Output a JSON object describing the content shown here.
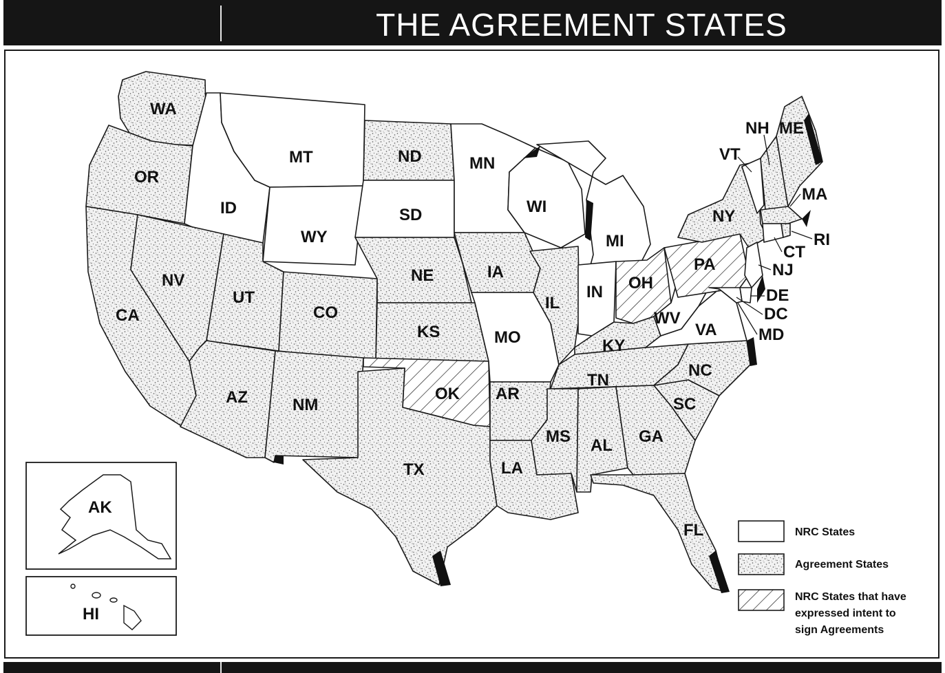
{
  "title": "THE AGREEMENT STATES",
  "legend": {
    "nrc": "NRC States",
    "agreement": "Agreement States",
    "intent_line1": "NRC States that have",
    "intent_line2": "expressed intent to",
    "intent_line3": "sign Agreements"
  },
  "state_labels": {
    "WA": "WA",
    "OR": "OR",
    "CA": "CA",
    "ID": "ID",
    "NV": "NV",
    "MT": "MT",
    "WY": "WY",
    "UT": "UT",
    "AZ": "AZ",
    "CO": "CO",
    "NM": "NM",
    "ND": "ND",
    "SD": "SD",
    "NE": "NE",
    "KS": "KS",
    "OK": "OK",
    "TX": "TX",
    "MN": "MN",
    "IA": "IA",
    "MO": "MO",
    "AR": "AR",
    "LA": "LA",
    "WI": "WI",
    "IL": "IL",
    "MI": "MI",
    "IN": "IN",
    "OH": "OH",
    "KY": "KY",
    "TN": "TN",
    "MS": "MS",
    "AL": "AL",
    "GA": "GA",
    "FL": "FL",
    "SC": "SC",
    "NC": "NC",
    "VA": "VA",
    "WV": "WV",
    "PA": "PA",
    "NY": "NY",
    "VT": "VT",
    "NH": "NH",
    "ME": "ME",
    "MA": "MA",
    "RI": "RI",
    "CT": "CT",
    "NJ": "NJ",
    "DE": "DE",
    "DC": "DC",
    "MD": "MD",
    "AK": "AK",
    "HI": "HI"
  },
  "categories": {
    "nrc_states": [
      "ID",
      "MT",
      "WY",
      "SD",
      "MN",
      "WI",
      "MI",
      "IN",
      "MO",
      "WV",
      "VA",
      "VT",
      "CT",
      "NJ",
      "DE",
      "DC",
      "MD",
      "AK",
      "HI"
    ],
    "agreement_states": [
      "WA",
      "OR",
      "CA",
      "NV",
      "UT",
      "AZ",
      "CO",
      "NM",
      "ND",
      "NE",
      "KS",
      "TX",
      "IA",
      "AR",
      "LA",
      "IL",
      "KY",
      "TN",
      "MS",
      "AL",
      "GA",
      "FL",
      "SC",
      "NC",
      "NY",
      "NH",
      "ME",
      "MA",
      "RI"
    ],
    "intent_states": [
      "OK",
      "OH",
      "PA"
    ]
  },
  "colors": {
    "background": "#ffffff",
    "title_bar": "#151515",
    "title_text": "#ffffff",
    "border": "#1a1a1a"
  }
}
